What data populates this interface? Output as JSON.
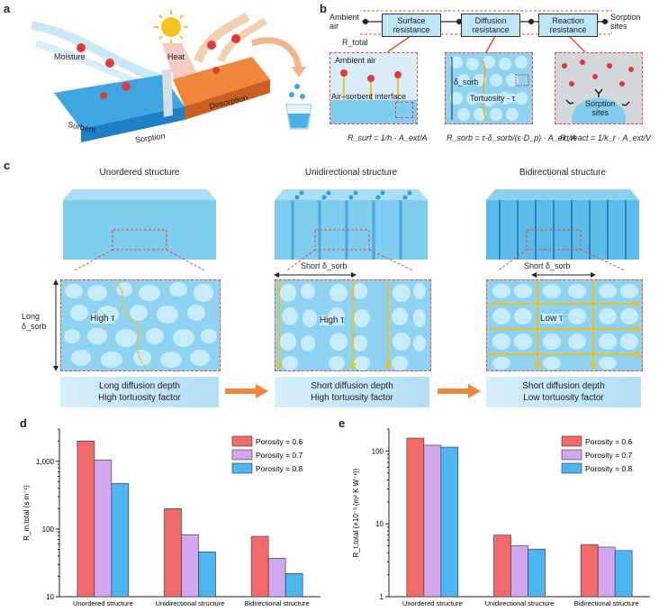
{
  "panel_a": {
    "label": "a",
    "moisture": "Moisture",
    "heat": "Heat",
    "sorbent": "Sorbent",
    "sorption": "Sorption",
    "desorption": "Desorption"
  },
  "panel_b": {
    "label": "b",
    "ambient_air": "Ambient\nair",
    "sorption_sites": "Sorption\nsites",
    "surface_resistance": "Surface\nresistance",
    "diffusion_resistance": "Diffusion\nresistance",
    "reaction_resistance": "Reaction\nresistance",
    "r_total": "R_total",
    "inset_ambient_air": "Ambient air",
    "inset_interface": "Air–sorbent interface",
    "inset_delta": "δ_sorb",
    "inset_tortuosity": "Tortuosity - τ",
    "inset_sorption_sites": "Sorption\nsites",
    "eq_surf": "R_surf = 1/h · A_ext/A",
    "eq_sorb": "R_sorb = τ·δ_sorb/(ε·D_p) · A_ext/A",
    "eq_react": "R_react = 1/k_r · A_ext/V"
  },
  "panel_c": {
    "label": "c",
    "structures": [
      {
        "title": "Unordered structure",
        "tau": "High τ",
        "caption1": "Long diffusion depth",
        "caption2": "High tortuosity factor"
      },
      {
        "title": "Unidirectional structure",
        "tau": "High τ",
        "caption1": "Short diffusion depth",
        "caption2": "High tortuosity factor"
      },
      {
        "title": "Bidirectional structure",
        "tau": "Low τ",
        "caption1": "Short diffusion depth",
        "caption2": "Low tortuosity factor"
      }
    ],
    "long_delta": "Long\nδ_sorb",
    "short_delta": "Short δ_sorb"
  },
  "colors": {
    "p06": "#f26a6a",
    "p07": "#d1a8f0",
    "p08": "#4db6f0",
    "accent_red": "#e34b3c",
    "arrow_orange": "#f0873a",
    "sorbent_blue": "#8fd3f2"
  },
  "chart_data": [
    {
      "panel": "d",
      "type": "bar",
      "scale": "log",
      "categories": [
        "Unordered structure",
        "Unidirectional structure",
        "Bidirectional structure"
      ],
      "series": [
        {
          "name": "Porosity = 0.6",
          "values": [
            2000,
            200,
            78
          ]
        },
        {
          "name": "Porosity = 0.7",
          "values": [
            1050,
            82,
            37
          ]
        },
        {
          "name": "Porosity = 0.8",
          "values": [
            470,
            46,
            22
          ]
        }
      ],
      "ylabel": "R_m,total (s m⁻¹)",
      "ylim": [
        10,
        3000
      ],
      "ticks": [
        10,
        100,
        1000
      ],
      "tick_labels": [
        "10",
        "100",
        "1,000"
      ],
      "legend": "top-right"
    },
    {
      "panel": "e",
      "type": "bar",
      "scale": "log",
      "categories": [
        "Unordered structure",
        "Unidirectional structure",
        "Bidirectional structure"
      ],
      "series": [
        {
          "name": "Porosity = 0.6",
          "values": [
            150,
            7,
            5.2
          ]
        },
        {
          "name": "Porosity = 0.7",
          "values": [
            120,
            5,
            4.8
          ]
        },
        {
          "name": "Porosity = 0.8",
          "values": [
            113,
            4.5,
            4.3
          ]
        }
      ],
      "ylabel": "R_t,total (×10⁻³ (m² K W⁻¹))",
      "ylim": [
        1,
        200
      ],
      "ticks": [
        1,
        10,
        100
      ],
      "tick_labels": [
        "1",
        "10",
        "100"
      ],
      "legend": "top-right"
    }
  ]
}
